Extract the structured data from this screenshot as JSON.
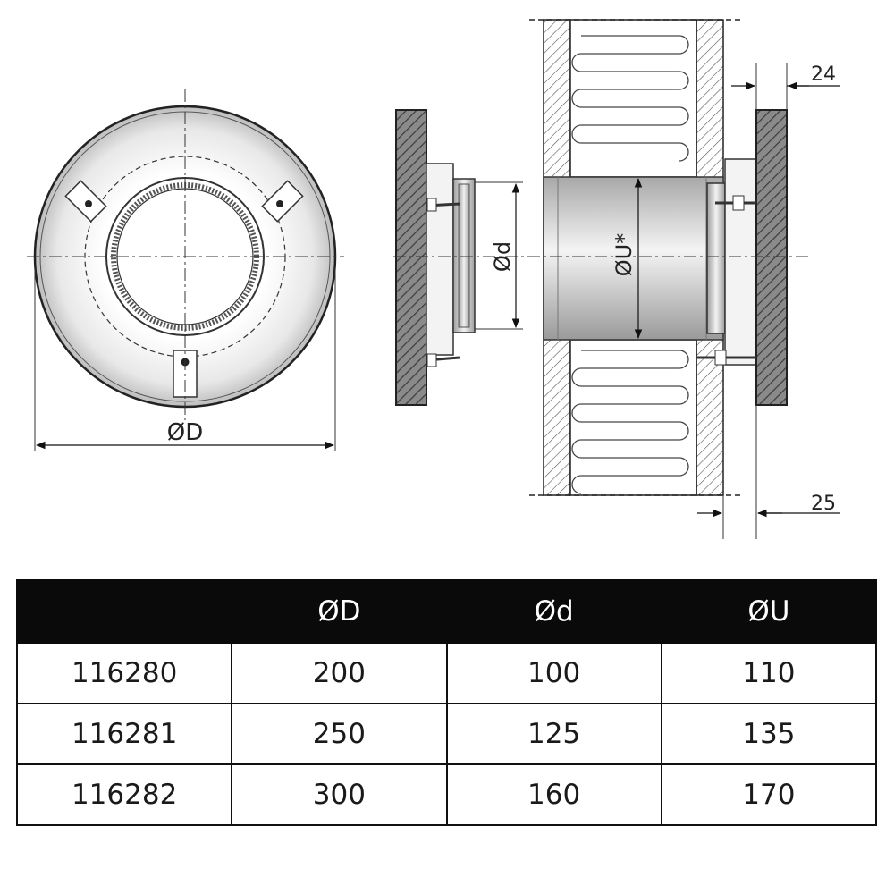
{
  "drawing": {
    "front_view": {
      "diameter_label": "ØD"
    },
    "side_view": {
      "inner_diameter_label": "Ød",
      "duct_diameter_label": "ØU*",
      "flange_thickness": "24",
      "ring_depth": "25"
    }
  },
  "table": {
    "headers": [
      "",
      "ØD",
      "Ød",
      "ØU"
    ],
    "rows": [
      [
        "116280",
        "200",
        "100",
        "110"
      ],
      [
        "116281",
        "250",
        "125",
        "135"
      ],
      [
        "116282",
        "300",
        "160",
        "170"
      ]
    ]
  }
}
